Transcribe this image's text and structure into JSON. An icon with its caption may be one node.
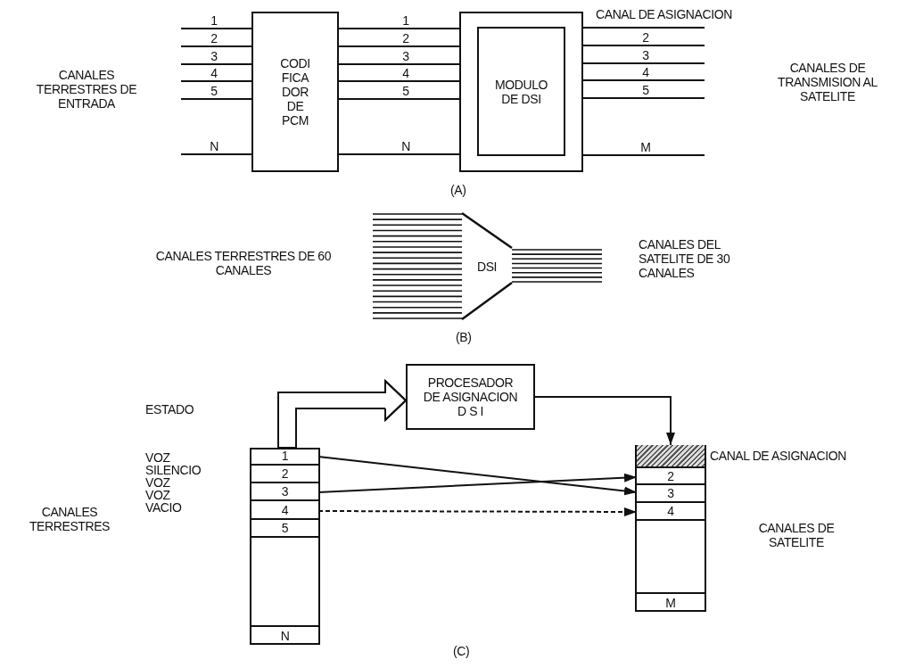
{
  "diagram": {
    "nodes": [
      {
        "text": [
          "CODI FICA DOR DE PCM"
        ]
      },
      {
        "text": [
          "MODULO DE DSI"
        ]
      },
      {
        "text": [
          "DSI"
        ]
      },
      {
        "text": [
          "PROCESADOR DE ASIGNACION D S I"
        ]
      },
      {
        "text": [],
        "shape": "box"
      },
      {
        "text": [
          "1"
        ],
        "in": 4
      },
      {
        "text": [
          "2"
        ],
        "in": 4
      },
      {
        "text": [
          "3"
        ],
        "in": 4
      },
      {
        "text": [
          "4"
        ],
        "in": 4
      },
      {
        "text": [
          "5"
        ],
        "in": 4
      },
      {
        "text": [
          "N"
        ],
        "in": 4
      },
      {
        "text": [],
        "shape": "box"
      },
      {
        "text": [],
        "shape": "box",
        "in": 11,
        "beside": [
          "CANAL DE ASIGNACION"
        ]
      },
      {
        "text": [
          "2"
        ],
        "in": 11
      },
      {
        "text": [
          "3"
        ],
        "in": 11
      },
      {
        "text": [
          "4"
        ],
        "in": 11
      },
      {
        "text": [
          "M"
        ],
        "in": 11
      }
    ],
    "edges": [
      {
        "from": null,
        "to": 0,
        "arrow": "none",
        "label": "1"
      },
      {
        "from": null,
        "to": 0,
        "arrow": "none",
        "label": "2"
      },
      {
        "from": null,
        "to": 0,
        "arrow": "none",
        "label": "3"
      },
      {
        "from": null,
        "to": 0,
        "arrow": "none",
        "label": "4"
      },
      {
        "from": null,
        "to": 0,
        "arrow": "none",
        "label": "5"
      },
      {
        "from": null,
        "to": 0,
        "arrow": "none",
        "label": "N"
      },
      {
        "from": 0,
        "to": 1,
        "arrow": "none",
        "label": "1"
      },
      {
        "from": 0,
        "to": 1,
        "arrow": "none",
        "label": "2"
      },
      {
        "from": 0,
        "to": 1,
        "arrow": "none",
        "label": "3"
      },
      {
        "from": 0,
        "to": 1,
        "arrow": "none",
        "label": "4"
      },
      {
        "from": 0,
        "to": 1,
        "arrow": "none",
        "label": "5"
      },
      {
        "from": 0,
        "to": 1,
        "arrow": "none",
        "label": "N"
      },
      {
        "from": 1,
        "to": null,
        "arrow": "none",
        "label": "CANAL DE ASIGNACION"
      },
      {
        "from": 1,
        "to": null,
        "arrow": "none",
        "label": "2"
      },
      {
        "from": 1,
        "to": null,
        "arrow": "none",
        "label": "3"
      },
      {
        "from": 1,
        "to": null,
        "arrow": "none",
        "label": "4"
      },
      {
        "from": 1,
        "to": null,
        "arrow": "none",
        "label": "5"
      },
      {
        "from": 1,
        "to": null,
        "arrow": "none",
        "label": "M"
      },
      {
        "from": 5,
        "to": 3,
        "arrow": "to"
      },
      {
        "from": 3,
        "to": 12,
        "arrow": "to"
      },
      {
        "from": 5,
        "to": 14,
        "arrow": "to"
      },
      {
        "from": 7,
        "to": 13,
        "arrow": "to"
      },
      {
        "from": 8,
        "to": 15,
        "arrow": "to",
        "style": "dashed"
      }
    ],
    "labels": [
      "CANALES TERRESTRES DE ENTRADA",
      "CANALES DE TRANSMISION AL SATELITE",
      "(A)",
      "CANALES TERRESTRES DE 60 CANALES",
      "CANALES DEL SATELITE DE 30 CANALES",
      "(B)",
      "ESTADO",
      "VOZ",
      "SILENCIO",
      "VOZ",
      "VOZ",
      "VACIO",
      "CANALES TERRESTRES",
      "CANALES DE SATELITE",
      "(C)"
    ]
  }
}
